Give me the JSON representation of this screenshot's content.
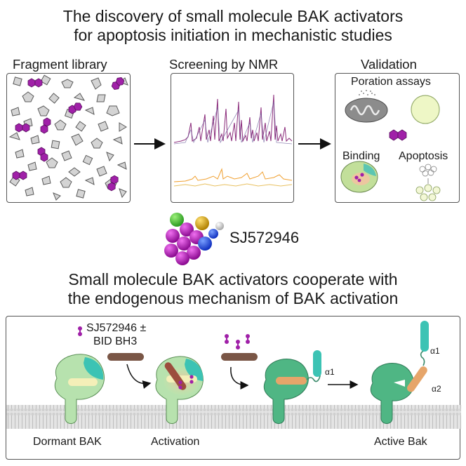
{
  "header": {
    "title_line1": "The discovery of small molecule BAK activators",
    "title_line2": "for apoptosis initiation in mechanistic studies"
  },
  "stages": {
    "fragment_library": "Fragment library",
    "screening": "Screening by NMR",
    "validation": "Validation"
  },
  "validation_panel": {
    "poration": "Poration assays",
    "binding": "Binding",
    "apoptosis": "Apoptosis"
  },
  "compound": {
    "name": "SJ572946"
  },
  "section2": {
    "title_line1": "Small molecule BAK activators cooperate with",
    "title_line2": "the endogenous mechanism of BAK activation"
  },
  "mechanism": {
    "ligand_line1": "SJ572946 ±",
    "ligand_line2": "BID BH3",
    "dormant": "Dormant BAK",
    "activation": "Activation",
    "active": "Active Bak",
    "alpha1_a": "α1",
    "alpha1_b": "α1",
    "alpha2": "α2"
  },
  "colors": {
    "magenta": "#a020a8",
    "protein_light": "#b7e2ae",
    "protein_green": "#4fb684",
    "teal": "#3cc3b4",
    "orange_helix": "#e6a56a",
    "brown_peptide": "#7a5646",
    "spectrum_top": "#8a2a7a",
    "spectrum_bottom": "#f0a030"
  },
  "icons": {
    "fragment": "hexagon-pair-icon",
    "arrow": "right-arrow-icon"
  }
}
